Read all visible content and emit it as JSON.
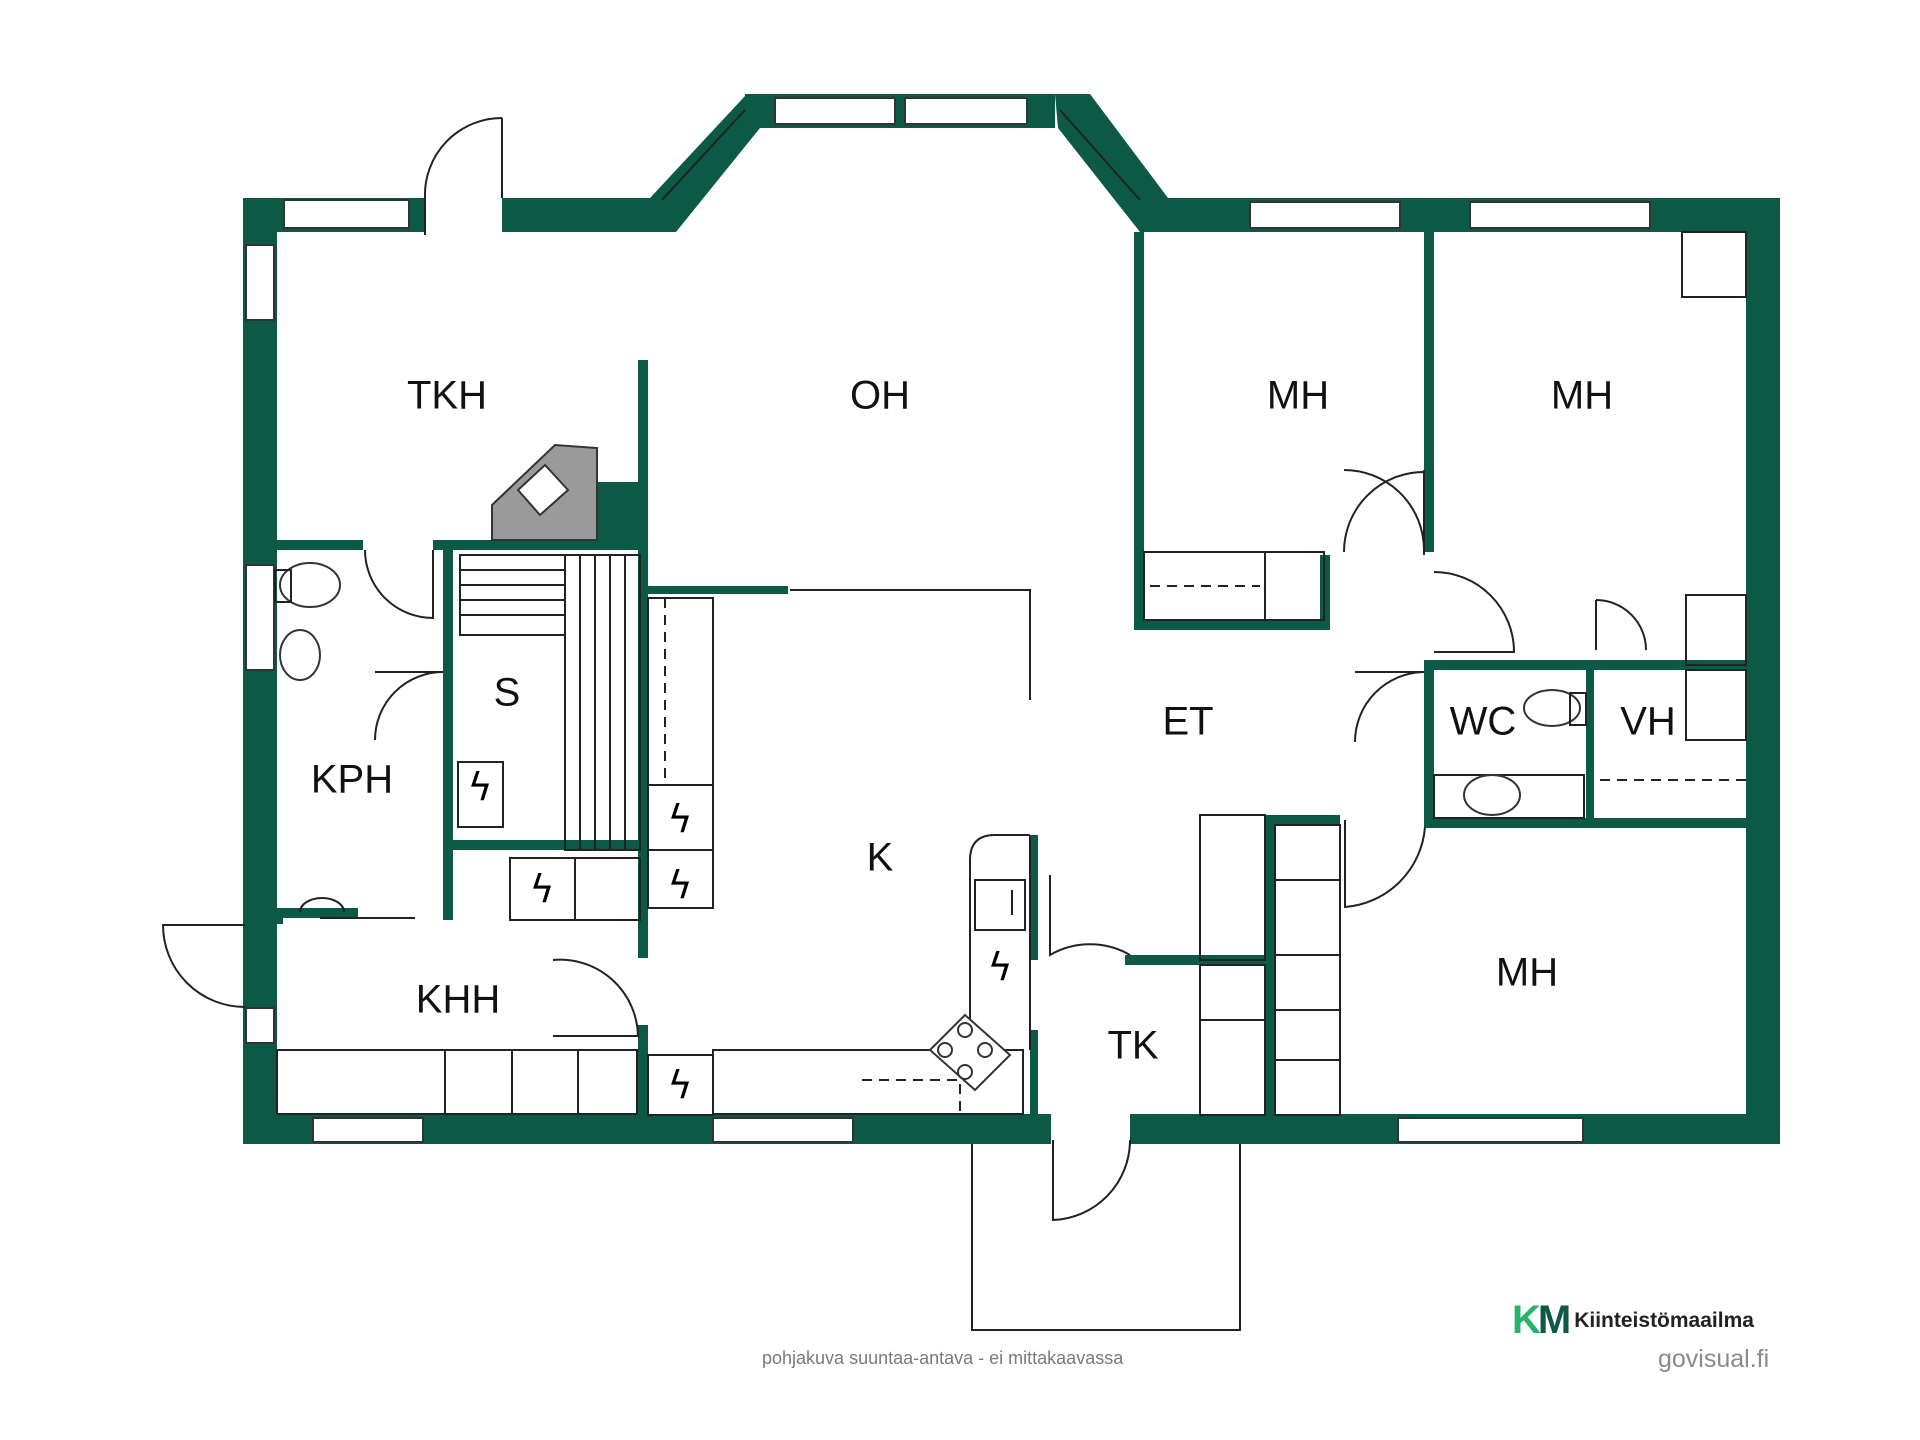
{
  "rooms": {
    "tkh": "TKH",
    "oh": "OH",
    "mh1": "MH",
    "mh2": "MH",
    "s": "S",
    "kph": "KPH",
    "et": "ET",
    "wc": "WC",
    "vh": "VH",
    "k": "K",
    "khh": "KHH",
    "tk": "TK",
    "mh3": "MH"
  },
  "footer": {
    "disclaimer": "pohjakuva suuntaa-antava - ei mittakaavassa",
    "brand_mark_k": "K",
    "brand_mark_m": "M",
    "brand_name": "Kiinteistömaailma",
    "credit": "govisual.fi"
  },
  "colors": {
    "wall": "#0c5a45",
    "brand_accent": "#27b36a"
  },
  "icons": [
    "electric-appliance-icon",
    "toilet-icon",
    "sink-icon",
    "stove-icon",
    "fireplace-icon"
  ]
}
